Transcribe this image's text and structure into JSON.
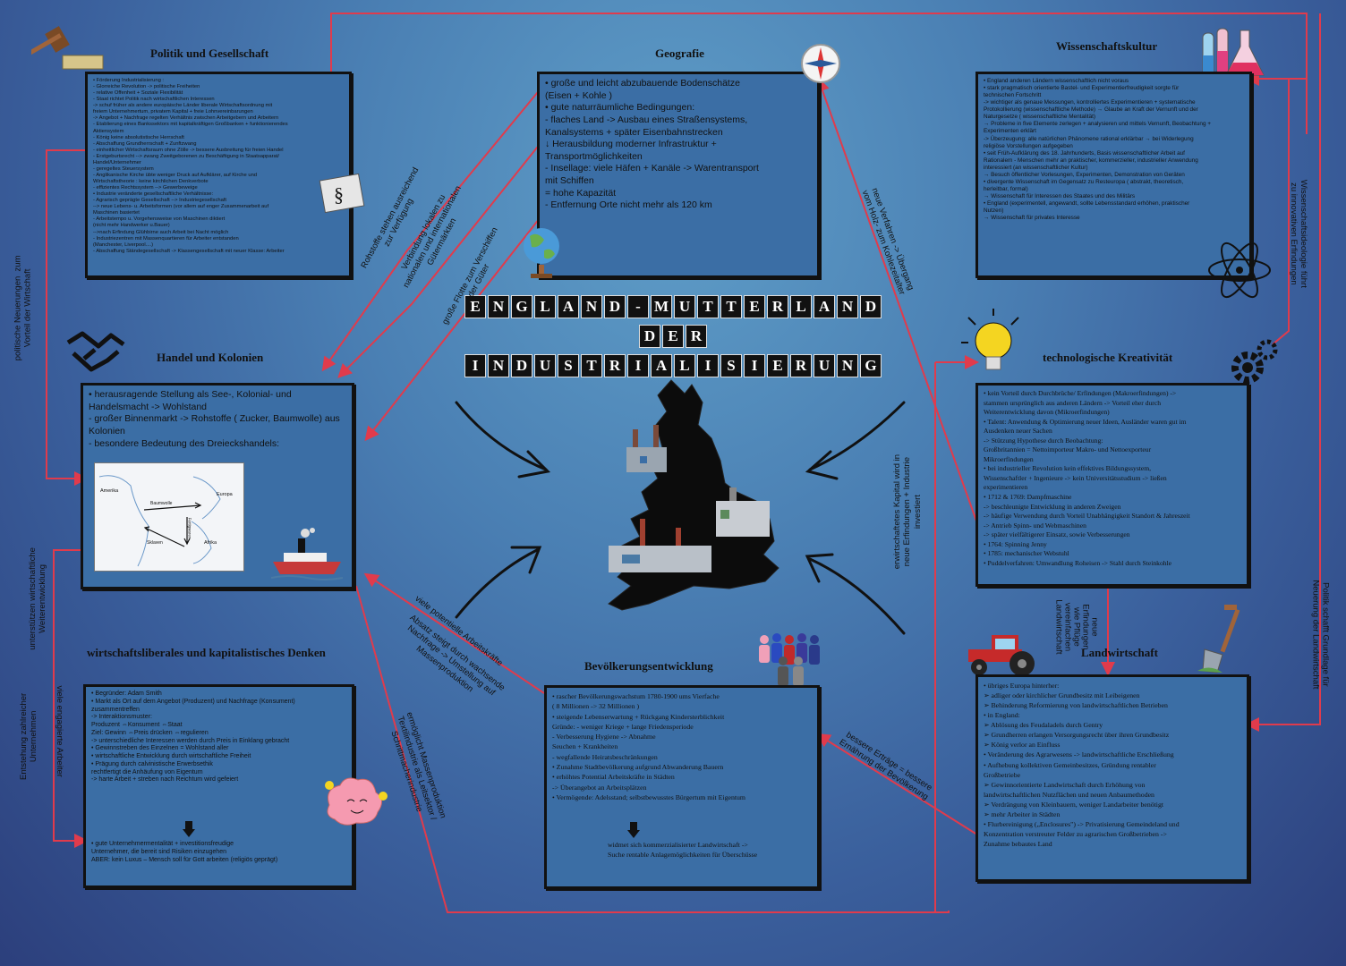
{
  "title": {
    "line1": [
      "E",
      "N",
      "G",
      "L",
      "A",
      "N",
      "D",
      "-",
      "M",
      "U",
      "T",
      "T",
      "E",
      "R",
      "L",
      "A",
      "N",
      "D"
    ],
    "line2": [
      "D",
      "E",
      "R"
    ],
    "line3": [
      "I",
      "N",
      "D",
      "U",
      "S",
      "T",
      "R",
      "I",
      "A",
      "L",
      "I",
      "S",
      "I",
      "E",
      "R",
      "U",
      "N",
      "G"
    ]
  },
  "politik": {
    "title": "Politik und Gesellschaft",
    "items": [
      "• Förderung Industrialisierung :",
      "   - Glorreiche Revolution -> politische Freiheiten",
      "   - relative Offenheit + Soziale Flexibilität",
      "   - Staat richtet Politik nach wirtschaftlichen Interessen",
      "   -> schuf früher als andere europäische Länder liberale Wirtschaftsordnung mit",
      "freiem Unternehmertum, privatem Kapital + freie Lohnvereinbarungen",
      "   -> Angebot + Nachfrage regelten Verhältnis zwischen Arbeitgebern und Arbeitern",
      "   - Etablierung eines Bankssektors mit kapitalkräftigen Großbanken + funktionierendes",
      "Aktiensystem",
      "   - König keine absolutistische Herrschaft",
      "   - Abschaffung Grundherrschaft + Zunftzwang",
      "   - einheitlicher Wirtschaftsraum ohne Zölle -> bessere Ausbreitung für freien Handel",
      "   - Erstgeburtsrecht --> zwang Zweitgeborenen zu Beschäftigung in Staatsapparat/",
      "Handel/Unternehmer",
      "   - geregeltes Steuersystem",
      "   - Anglikanische Kirche übte weniger Druck auf Aufklärer, auf Kirche und",
      "Wirtschaftstheorie : keine kirchlichen Denkverbote",
      "   - effizientes Rechtssystem --> Gewerbeweige",
      "• Industrie veränderte gesellschaftliche Verhältnisse:",
      "   - Agrarisch geprägte Gesellschaft --> Industriegesellschaft",
      "   --> neue Lebens- u. Arbeitsformen (vor allem auf enger Zusammenarbeit auf",
      "Maschinen basiertet",
      "   - Arbeitstempo u. Vorgehensweise von Maschinen diktiert",
      "(nicht mehr Handwerker u.Bauer)",
      "   -->nach Erfindung Glühbirne auch Arbeit bei Nacht möglich",
      "   - Industriezentren mit Massenquartieren für Arbeiter entstanden",
      "(Manchester, Liverpool....)",
      "   - Abschaffung Ständegesellschaft -> Klassengesellschaft mit neuer Klasse: Arbeiter"
    ]
  },
  "geografie": {
    "title": "Geografie",
    "items": [
      "• große und leicht abzubauende Bodenschätze",
      "   (Eisen + Kohle )",
      "• gute naturräumliche Bedingungen:",
      "      - flaches Land -> Ausbau eines Straßensystems,",
      "      Kanalsystems + später Eisenbahnstrecken",
      "      ↓ Herausbildung moderner Infrastruktur +",
      "      Transportmöglichkeiten",
      "      - Insellage: viele Häfen + Kanäle  -> Warentransport",
      "      mit Schiffen",
      "      = hohe Kapazität",
      "      - Entfernung Orte nicht mehr als 120 km"
    ]
  },
  "wissenschaft": {
    "title": "Wissenschaftskultur",
    "items": [
      "• England anderen Ländern wissenschaftlich nicht voraus",
      "• stark pragmatisch orientierte Bastel- und Experimentierfreudigkeit sorgte für",
      "  technischen Fortschritt",
      "-> wichtiger als genaue Messungen, kontrolliertes Experimentieren + systematische",
      "Protokollierung (wissenschaftliche Methode) → Glaube an Kraft der Vernunft und der",
      "Naturgesetze ( wissenschaftliche Mentalität)",
      "→ Probleme in five Elemente zerlegen + analysieren und mittels Vernunft, Beobachtung +",
      "Experimenten erklärt",
      "-> Überzeugung: alle natürlichen Phänomene rational erklärbar → bei Widerlegung",
      "religiöse Vorstellungen aufgegeben",
      "• seit Früh-Aufklärung des 18. Jahrhunderts, Basis wissenschaftlicher Arbeit auf",
      "  Rationalem - Menschen mehr an praktischer, kommerzieller, industrieller Anwendung",
      "  interessiert (an wissenschaftlicher Kultur)",
      "→ Besuch öffentlicher Vorlesungen, Experimenten, Demonstration von Geräten",
      "",
      "• divergente Wissenschaft im Gegensatz zu Resteuropa ( abstrakt, theoretisch,",
      "  herleitbar, formal)",
      "→ Wissenschaft für Interessen des Staates und des Militärs",
      "• England  (experimentell, angewandt, sollte Lebensstandard erhöhen, praktischer",
      "  Nutzen)",
      "→ Wissenschaft für privates Interesse"
    ]
  },
  "handel": {
    "title": "Handel und Kolonien",
    "items": [
      "• herausragende Stellung als See-, Kolonial- und",
      "   Handelsmacht -> Wohlstand",
      "- großer Binnenmarkt -> Rohstoffe ( Zucker, Baumwolle) aus",
      "Kolonien",
      "- besondere Bedeutung des Dreieckshandels:"
    ],
    "map_labels": {
      "amerika": "Amerika",
      "europa": "Europa",
      "afrika": "Afrika",
      "baumwolle": "Baumwolle",
      "sklaven": "Sklaven",
      "fertigwaren": "Fertigwaren"
    }
  },
  "technologie": {
    "title": "technologische Kreativität",
    "items": [
      "•  kein Vorteil durch Durchbrüche/ Erfindungen (Makroerfindungen) ->",
      "   stammen ursprünglich aus anderen Ländern -> Vorteil eher durch",
      "   Weiterentwicklung davon (Mikroerfindungen)",
      "•  Talent: Anwendung & Optimierung neuer Ideen, Ausländer waren gut im",
      "   Ausdenken neuer Sachen",
      "-> Stützung Hypothese durch Beobachtung:",
      "Großbritannien = Nettoimporteur Makro- und Nettoexporteur",
      "Mikroerfindungen",
      "•  bei industrieller Revolution kein effektives Bildungssystem,",
      "   Wissenschaftler + Ingenieure -> kein Universitätsstudium -> ließen",
      "   experimentieren",
      "•   1712 & 1769: Dampfmaschine",
      "-> beschleunigte Entwicklung in anderen Zweigen",
      "-> häufige Verwendung durch Vorteil Unabhängigkeit Standort & Jahreszeit",
      "-> Antrieb Spinn- und Webmaschinen",
      "-> später vielfältigerer Einsatz, sowie Verbesserungen",
      "•  1764: Spinning Jenny",
      "•  1785: mechanischer Webstuhl",
      "•  Puddelverfahren: Umwandlung Roheisen -> Stahl durch Steinkohle"
    ]
  },
  "denken": {
    "title": "wirtschaftsliberales und kapitalistisches Denken",
    "items": [
      "• Begründer: Adam Smith",
      "• Markt als Ort auf dem Angebot (Produzent) und Nachfrage (Konsument)",
      "   zusammentreffen",
      "-> Interaktionsmuster:",
      "            Produzent ⇔Konsument ⇔Staat",
      "",
      "            Ziel: Gewinn ⇔Preis drücken ⇔regulieren",
      "",
      "-> unterschiedliche Interessen werden durch Preis in Einklang gebracht",
      "• Gewinnstreben des Einzelnen = Wohlstand aller",
      "• wirtschaftliche Entwicklung durch wirtschaftliche Freiheit",
      "• Prägung durch calvinistische Erwerbsethik",
      "   rechtfertigt die Anhäufung von Eigentum",
      "   -> harte Arbeit + streben nach Reichtum wird gefeiert"
    ],
    "bottom_items": [
      "• gute Unternehmermentalität + investitionsfreudige",
      "Unternehmer, die bereit sind Risiken einzugehen",
      "ABER: kein Luxus – Mensch soll für Gott arbeiten (religiös geprägt)"
    ]
  },
  "bevoelkerung": {
    "title": "Bevölkerungsentwicklung",
    "items": [
      "•  rascher Bevölkerungswachstum 1780-1900 ums Vierfache",
      "( 8 Millionen -> 32 Millionen )",
      "•  steigende Lebenserwartung + Rückgang Kindersterblichkeit",
      "         Gründe:          - weniger Kriege + lange Friedensperiode",
      "                                - Verbesserung Hygiene -> Abnahme",
      "                                  Seuchen + Krankheiten",
      "                                - wegfallende Heiratsbeschränkungen",
      "•  Zunahme Stadtbevölkerung aufgrund Abwanderung Bauern",
      "•  erhöhtes Potential Arbeitskräfte in Städten",
      "                        -> Überangebot an Arbeitsplätzen",
      "•  Vermögende: Adelsstand; selbstbewusstes Bürgertum mit Eigentum"
    ],
    "bottom": [
      "widmet sich kommerzialisierter Landwirtschaft  ->",
      "Suche rentable Anlagemöglichkeiten für Überschüsse"
    ]
  },
  "landwirtschaft": {
    "title": "Landwirtschaft",
    "items": [
      "•  übriges Europa hinterher:",
      "        ➢ adliger oder kirchlicher Grundbesitz mit Leibeigenen",
      "        ➢ Behinderung Reformierung von landwirtschaftlichen Betrieben",
      "•  in England:",
      "        ➢ Ablösung des Feudaladels durch Gentry",
      "        ➢ Grundherren erlangen Versorgungsrecht über ihren Grundbesitz",
      "        ➢ König verlor an Einfluss",
      "•  Veränderung des Agrarwesens -> landwirtschaftliche Erschließung",
      "•  Aufhebung kollektiven Gemeinbesitzes, Gründung rentabler",
      "Großbetriebe",
      "        ➢ Gewinnorientierte Landwirtschaft durch Erhöhung von",
      "           landwirtschaftlichen Nutzflächen und neuen Anbaumethoden",
      "        ➢ Verdrängung von Kleinbauern, weniger Landarbeiter benötigt",
      "        ➢ mehr Arbeiter in Städten",
      "•  Flurbereinigung („Enclosures\") -> Privatisierung Gemeindeland und",
      "Konzentration verstreuter Felder zu agrarischen Großbetrieben ->",
      "Zunahme bebautes Land"
    ]
  },
  "connectors": {
    "rohstoffe": "Rohstoffe stehen ausreichend\nzur Verfügung",
    "verbindung": "Verbindung lokalen zu\nnationalen und internationalen\nGütermärkten",
    "flotte": "große Flotte zum Verschiffen\nder Güter",
    "verfahren": "neue Verfahren -> Übergang\nvom Holz- zum Kohlezeitalter",
    "ideologie": "Wissenschaftsideologie führt\nzu innovativen Erfindungen",
    "politisch": "politische Neuerungen  zum\nVorteil der Wirtschaft",
    "unterstuetzen": "unterstützen wirtschaftliche\nWeiterentwicklung",
    "entstehung": "Entstehung zahlreicher\nUnternehmen",
    "engagiert": "viele engagierte Arbeiter",
    "kapital": "erwirtschaftetes Kapital wird in\nneue Erfindungen + Industrie\ninvestiert",
    "arbeitskraefte": "viele potentielle Arbeitskräfte",
    "absatz": "Absatz steigt durch wachsende\nNachfrage -> Umstellung auf\nMassenproduktion",
    "massen": "ermöglicht Massenproduktion\nTextilindustrie als Leitsektor /\nSchrittmacherindustrie",
    "ertraege": "bessere Erträge = bessere\nErnährung der Bevölkerung",
    "pflege": "neue\nErfindungen\nwie Pflüge\nvereinfachen\nLandwirtschaft",
    "neuerung": "Politik schafft Grundlage für\nNeuerung der Landwirtschaft"
  },
  "colors": {
    "line": "#e03b4c",
    "box": "#3b6ea5",
    "border": "#111111",
    "bg": "#4a7fb3"
  }
}
